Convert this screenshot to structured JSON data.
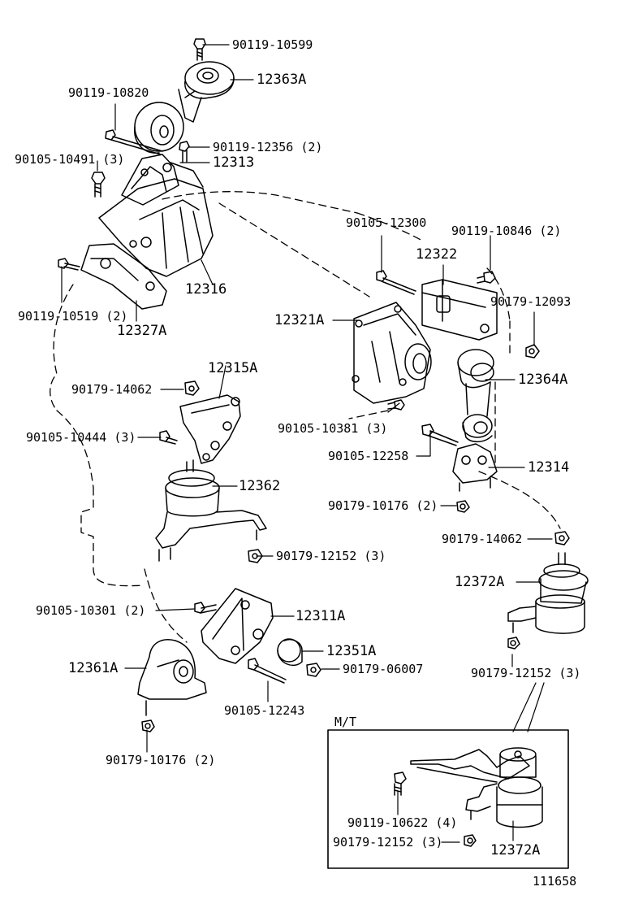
{
  "labels": {
    "p90119_10599": "90119-10599",
    "p12363A": "12363A",
    "p90119_10820": "90119-10820",
    "p90119_12356": "90119-12356 (2)",
    "p90105_10491": "90105-10491 (3)",
    "p12313": "12313",
    "p12316": "12316",
    "p90119_10519": "90119-10519 (2)",
    "p12327A": "12327A",
    "p90105_12300": "90105-12300",
    "p90119_10846": "90119-10846 (2)",
    "p12322": "12322",
    "p90179_12093": "90179-12093",
    "p12321A": "12321A",
    "p12364A": "12364A",
    "p90105_10381": "90105-10381 (3)",
    "p90105_12258": "90105-12258",
    "p12314": "12314",
    "p12315A": "12315A",
    "p90179_14062_a": "90179-14062",
    "p90105_10444": "90105-10444 (3)",
    "p12362": "12362",
    "p90179_10176_a": "90179-10176 (2)",
    "p90179_14062_b": "90179-14062",
    "p90179_12152_a": "90179-12152 (3)",
    "p12372A_a": "12372A",
    "p90105_10301": "90105-10301 (2)",
    "p12311A": "12311A",
    "p12351A": "12351A",
    "p12361A": "12361A",
    "p90179_06007": "90179-06007",
    "p90179_12152_b": "90179-12152 (3)",
    "p90105_12243": "90105-12243",
    "p90179_10176_b": "90179-10176 (2)",
    "mt": "M/T",
    "p90119_10622": "90119-10622 (4)",
    "p90179_12152_c": "90179-12152 (3)",
    "p12372A_b": "12372A",
    "fig": "111658"
  }
}
